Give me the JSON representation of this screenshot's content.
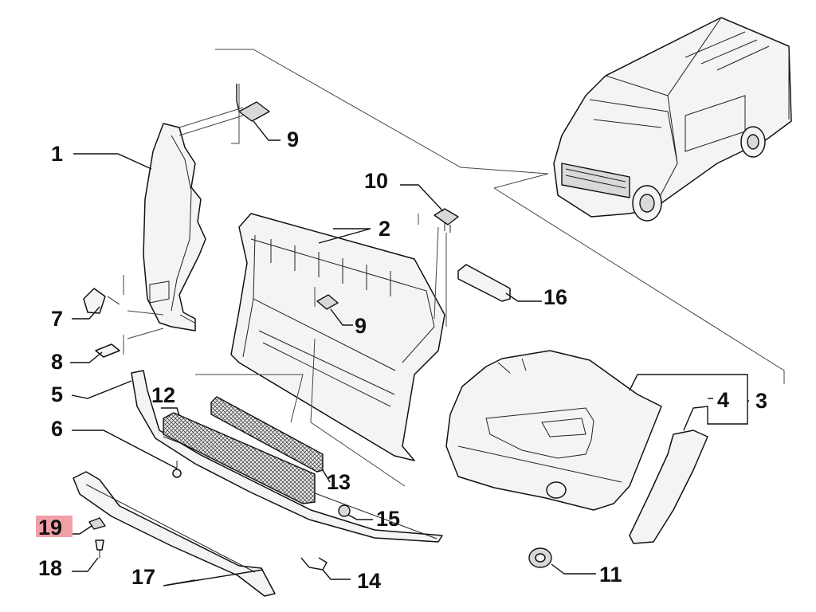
{
  "callouts": [
    {
      "id": "1",
      "label": "1"
    },
    {
      "id": "2",
      "label": "2"
    },
    {
      "id": "3",
      "label": "3"
    },
    {
      "id": "4",
      "label": "4"
    },
    {
      "id": "5",
      "label": "5"
    },
    {
      "id": "6",
      "label": "6"
    },
    {
      "id": "7",
      "label": "7"
    },
    {
      "id": "8",
      "label": "8"
    },
    {
      "id": "9a",
      "label": "9"
    },
    {
      "id": "9b",
      "label": "9"
    },
    {
      "id": "10",
      "label": "10"
    },
    {
      "id": "11",
      "label": "11"
    },
    {
      "id": "12",
      "label": "12"
    },
    {
      "id": "13",
      "label": "13"
    },
    {
      "id": "14",
      "label": "14"
    },
    {
      "id": "15",
      "label": "15"
    },
    {
      "id": "16",
      "label": "16"
    },
    {
      "id": "17",
      "label": "17"
    },
    {
      "id": "18",
      "label": "18"
    },
    {
      "id": "19",
      "label": "19",
      "highlighted": true
    }
  ],
  "highlight_color": "#f2a0a8"
}
